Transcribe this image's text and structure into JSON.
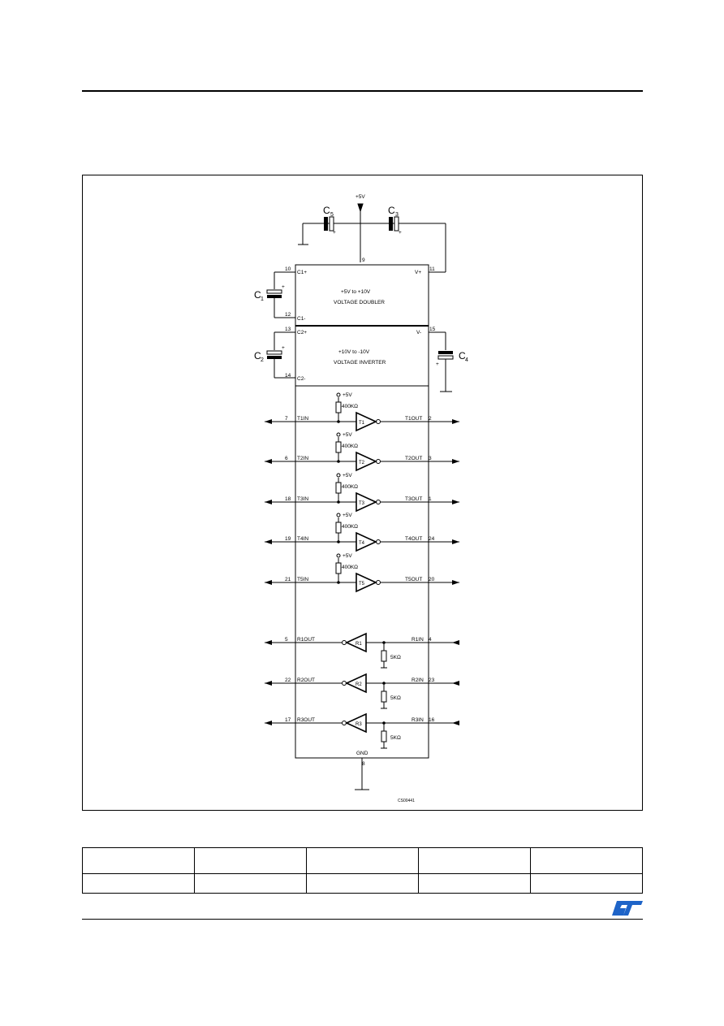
{
  "diagram": {
    "supply_label": "+5V",
    "figure_code": "CS00441",
    "capacitors": {
      "c5": {
        "letter": "C",
        "sub": "5"
      },
      "c3": {
        "letter": "C",
        "sub": "3"
      },
      "c1": {
        "letter": "C",
        "sub": "1"
      },
      "c2": {
        "letter": "C",
        "sub": "2"
      },
      "c4": {
        "letter": "C",
        "sub": "4"
      }
    },
    "doubler": {
      "line1": "+5V  to  +10V",
      "line2": "VOLTAGE DOUBLER"
    },
    "inverter": {
      "line1": "+10V  to  -10V",
      "line2": "VOLTAGE INVERTER"
    },
    "pins": {
      "c1p": {
        "num": "10",
        "name": "C1+"
      },
      "c1m": {
        "num": "12",
        "name": "C1-"
      },
      "vcc": {
        "num": "9"
      },
      "vplus": {
        "num": "11",
        "name": "V+"
      },
      "c2p": {
        "num": "13",
        "name": "C2+"
      },
      "c2m": {
        "num": "14",
        "name": "C2-"
      },
      "vminus": {
        "num": "15",
        "name": "V-"
      },
      "gnd": {
        "num": "8",
        "name": "GND"
      }
    },
    "transmitters": [
      {
        "in_pin": "7",
        "in_name": "T1IN",
        "label": "T1",
        "out_name": "T1OUT",
        "out_pin": "2",
        "pullup": "+5V",
        "resistor": "400KΩ"
      },
      {
        "in_pin": "6",
        "in_name": "T2IN",
        "label": "T2",
        "out_name": "T2OUT",
        "out_pin": "3",
        "pullup": "+5V",
        "resistor": "400KΩ"
      },
      {
        "in_pin": "18",
        "in_name": "T3IN",
        "label": "T3",
        "out_name": "T3OUT",
        "out_pin": "1",
        "pullup": "+5V",
        "resistor": "400KΩ"
      },
      {
        "in_pin": "19",
        "in_name": "T4IN",
        "label": "T4",
        "out_name": "T4OUT",
        "out_pin": "24",
        "pullup": "+5V",
        "resistor": "400KΩ"
      },
      {
        "in_pin": "21",
        "in_name": "T5IN",
        "label": "T5",
        "out_name": "T5OUT",
        "out_pin": "20",
        "pullup": "+5V",
        "resistor": "400KΩ"
      }
    ],
    "receivers": [
      {
        "out_pin": "5",
        "out_name": "R1OUT",
        "label": "R1",
        "in_name": "R1IN",
        "in_pin": "4",
        "resistor": "5KΩ"
      },
      {
        "out_pin": "22",
        "out_name": "R2OUT",
        "label": "R2",
        "in_name": "R2IN",
        "in_pin": "23",
        "resistor": "5KΩ"
      },
      {
        "out_pin": "17",
        "out_name": "R3OUT",
        "label": "R3",
        "in_name": "R3IN",
        "in_pin": "16",
        "resistor": "5KΩ"
      }
    ]
  },
  "table": {
    "rows": [
      [
        "",
        "",
        "",
        "",
        ""
      ],
      [
        "",
        "",
        "",
        "",
        ""
      ]
    ]
  },
  "logo": {
    "name": "st-logo",
    "color": "#1e64c8"
  }
}
